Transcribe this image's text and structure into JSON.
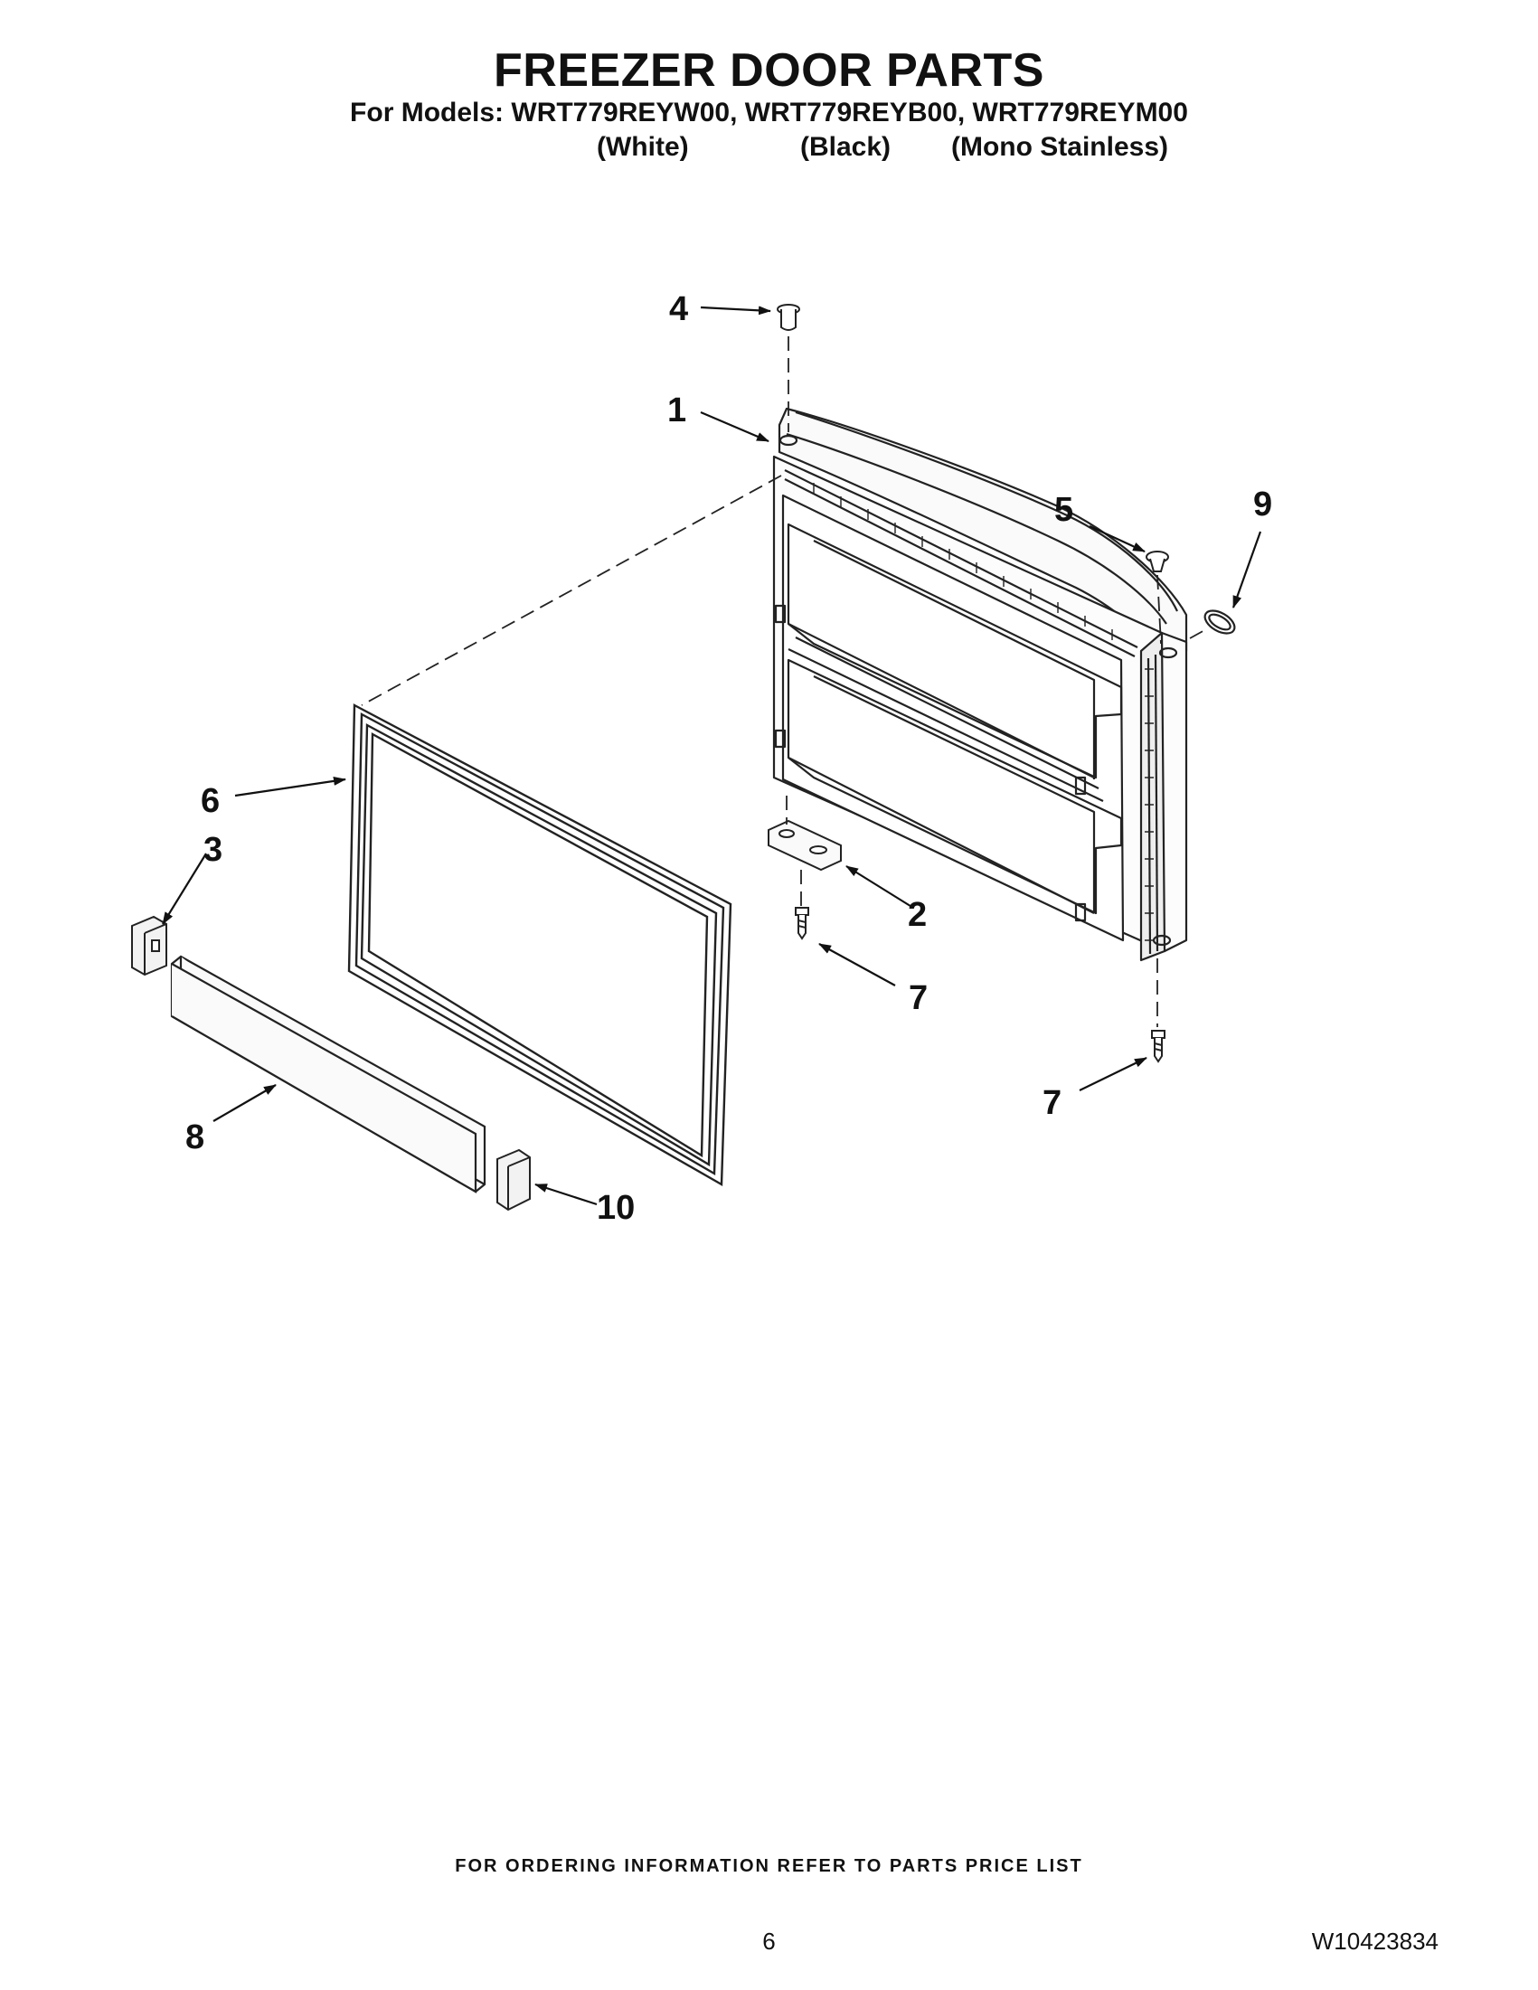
{
  "header": {
    "title": "FREEZER DOOR PARTS",
    "models_line": "For Models: WRT779REYW00, WRT779REYB00, WRT779REYM00",
    "variant_colors": [
      "(White)",
      "(Black)",
      "(Mono Stainless)"
    ]
  },
  "callouts": [
    {
      "id": "callout-4",
      "label": "4"
    },
    {
      "id": "callout-1",
      "label": "1"
    },
    {
      "id": "callout-5",
      "label": "5"
    },
    {
      "id": "callout-9",
      "label": "9"
    },
    {
      "id": "callout-6",
      "label": "6"
    },
    {
      "id": "callout-3",
      "label": "3"
    },
    {
      "id": "callout-2",
      "label": "2"
    },
    {
      "id": "callout-7a",
      "label": "7"
    },
    {
      "id": "callout-7b",
      "label": "7"
    },
    {
      "id": "callout-8",
      "label": "8"
    },
    {
      "id": "callout-10",
      "label": "10"
    }
  ],
  "footer": {
    "ordering_note": "FOR ORDERING INFORMATION REFER TO PARTS PRICE LIST",
    "page_number": "6",
    "document_number": "W10423834"
  }
}
